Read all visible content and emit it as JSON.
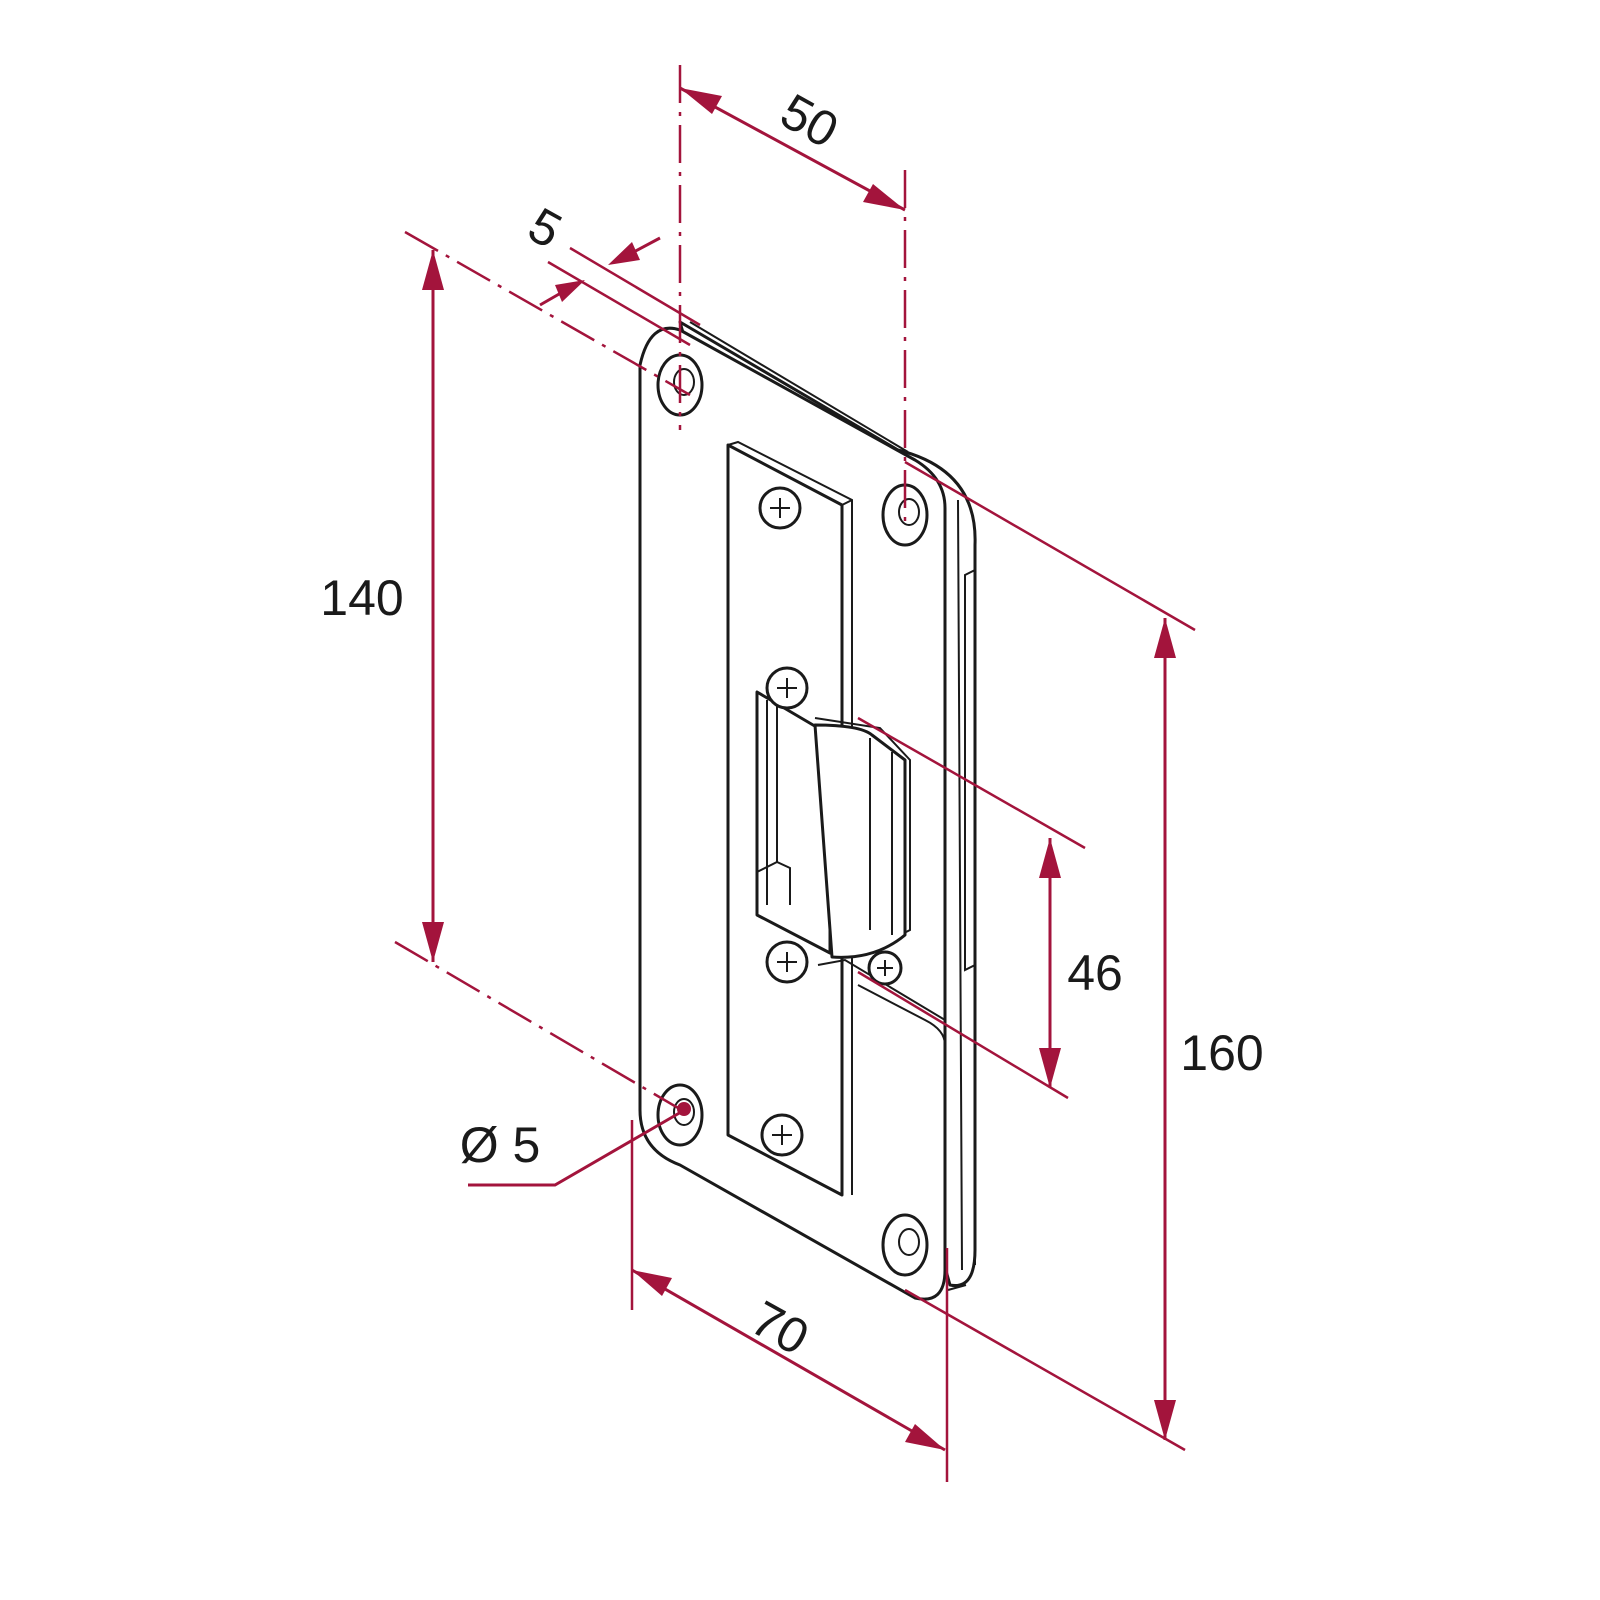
{
  "colors": {
    "dimension": "#a3143c",
    "outline": "#1a1a1a",
    "label": "#1a1a1a"
  },
  "dimensions": {
    "hole_spacing_horizontal": "50",
    "plate_thickness": "5",
    "hole_spacing_vertical": "140",
    "plate_height": "160",
    "opening_height": "46",
    "hole_diameter": "Ø 5",
    "plate_width": "70"
  },
  "icons": {
    "screw": "phillips-screw-icon",
    "hole": "countersunk-hole-icon"
  }
}
